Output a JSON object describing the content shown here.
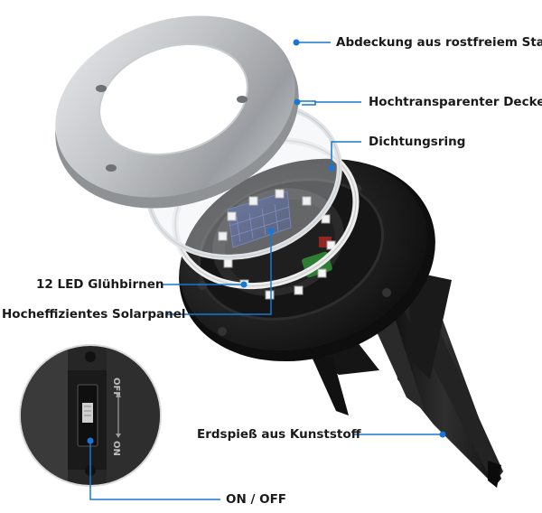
{
  "labels": {
    "cover": "Abdeckung aus rostfreiem Stahl",
    "lid": "Hochtransparenter Deckel",
    "seal": "Dichtungsring",
    "leds": "12 LED Glühbirnen",
    "solar": "Hocheffizientes Solarpanel",
    "spike": "Erdspieß aus Kunststoff",
    "switch": "ON / OFF"
  },
  "switch_text": {
    "off": "OFF",
    "on": "ON"
  },
  "colors": {
    "accent": "#1976d2",
    "steel": "#b9bcbf",
    "housing": "#1c1c1c",
    "solar": "#1d2a55",
    "led": "#f4f4f4",
    "pcb": "#2e7d32"
  },
  "icons": {
    "switch_slider": "toggle-switch-icon"
  }
}
